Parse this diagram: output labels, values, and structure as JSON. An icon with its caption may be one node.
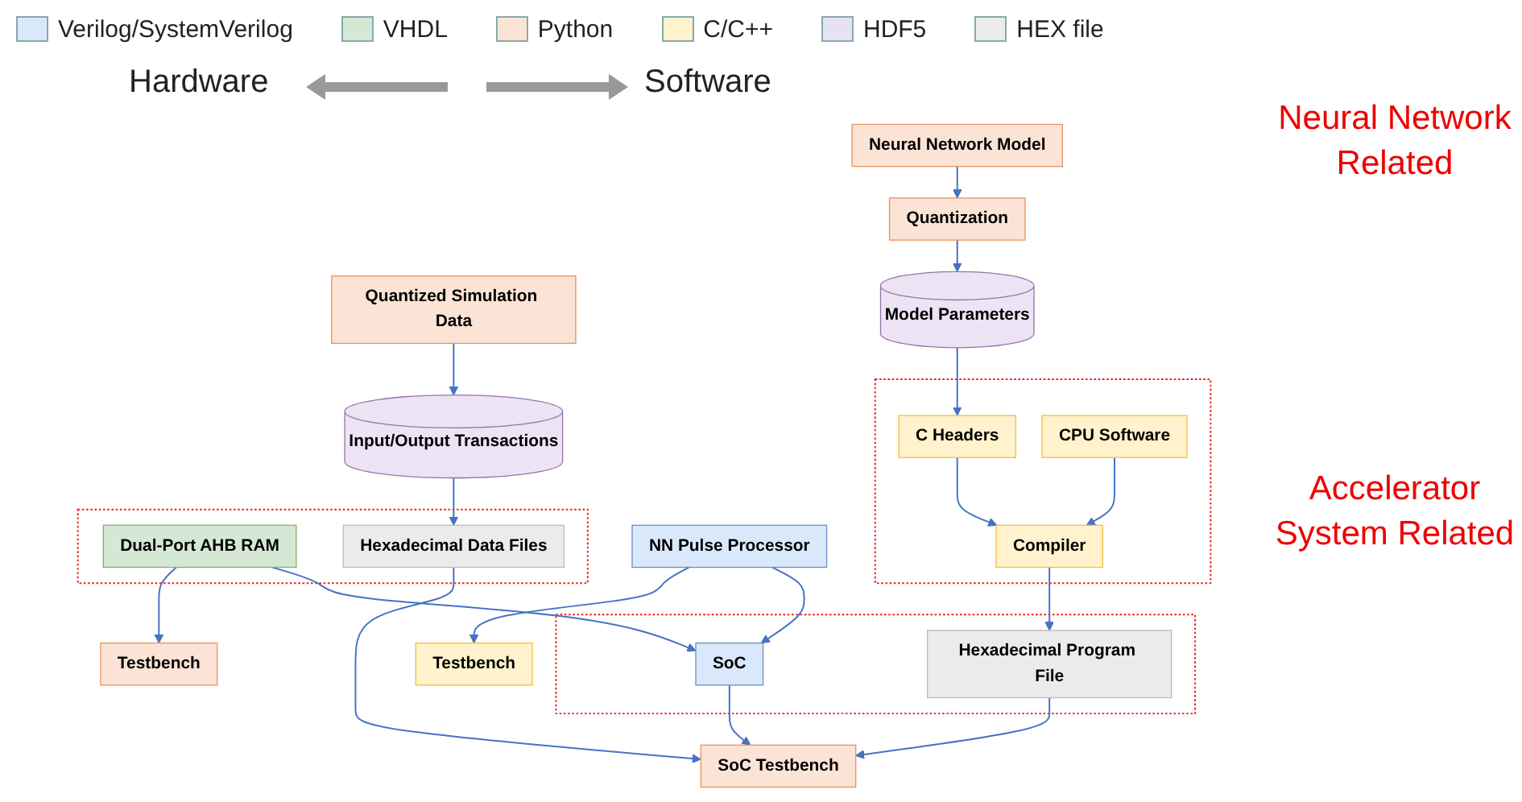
{
  "diagram": {
    "nodes": [
      {
        "text": [
          "Testbench"
        ]
      },
      {
        "text": [
          "NN Pulse Processor"
        ]
      },
      {
        "text": [
          "Quantized Simulation Data"
        ]
      },
      {
        "text": [
          "Quantization"
        ]
      },
      {
        "text": [
          "Neural Network Model"
        ]
      },
      {
        "text": [
          "Input/Output Transactions"
        ]
      },
      {
        "text": [
          "Model Parameters"
        ]
      },
      {
        "text": [
          "Testbench"
        ]
      },
      {
        "text": [],
        "shape": "box"
      },
      {
        "text": [
          "Dual-Port AHB RAM"
        ],
        "in": 8
      },
      {
        "text": [
          "Hexadecimal Data Files"
        ],
        "in": 8
      },
      {
        "text": [],
        "shape": "box"
      },
      {
        "text": [
          "C Headers"
        ],
        "in": 11
      },
      {
        "text": [
          "CPU Software"
        ],
        "in": 11
      },
      {
        "text": [
          "Compiler"
        ],
        "in": 11
      },
      {
        "text": [],
        "shape": "box"
      },
      {
        "text": [
          "SoC"
        ],
        "in": 15
      },
      {
        "text": [
          "Hexadecimal Program File"
        ],
        "in": 15
      },
      {
        "text": [
          "SoC Testbench"
        ]
      }
    ],
    "edges": [
      {
        "from": 1,
        "to": 0,
        "arrow": "to"
      },
      {
        "from": 1,
        "to": 16,
        "arrow": "to"
      },
      {
        "from": 2,
        "to": 5,
        "arrow": "to"
      },
      {
        "from": 4,
        "to": 3,
        "arrow": "to"
      },
      {
        "from": 3,
        "to": 6,
        "arrow": "to"
      },
      {
        "from": 5,
        "to": 10,
        "arrow": "to"
      },
      {
        "from": 6,
        "to": 12,
        "arrow": "to"
      },
      {
        "from": 9,
        "to": 7,
        "arrow": "to"
      },
      {
        "from": 9,
        "to": 16,
        "arrow": "to"
      },
      {
        "from": 10,
        "to": 18,
        "arrow": "to"
      },
      {
        "from": 12,
        "to": 14,
        "arrow": "to"
      },
      {
        "from": 13,
        "to": 14,
        "arrow": "to"
      },
      {
        "from": 14,
        "to": 17,
        "arrow": "to"
      },
      {
        "from": 16,
        "to": 18,
        "arrow": "to"
      },
      {
        "from": 17,
        "to": 18,
        "arrow": "to"
      }
    ],
    "labels": [
      "Hardware",
      "Software",
      "Neural Network Related",
      "Accelerator System Related"
    ],
    "legend": [
      {
        "text": "Verilog/SystemVerilog",
        "color": "#dae8fc"
      },
      {
        "text": "VHDL",
        "color": "#d5e8d4"
      },
      {
        "text": "Python",
        "color": "#fbe3d6"
      },
      {
        "text": "C/C++",
        "color": "#fff2cc"
      },
      {
        "text": "HDF5",
        "color": "#e8e0f3"
      },
      {
        "text": "HEX file",
        "color": "#ebebeb"
      }
    ]
  }
}
